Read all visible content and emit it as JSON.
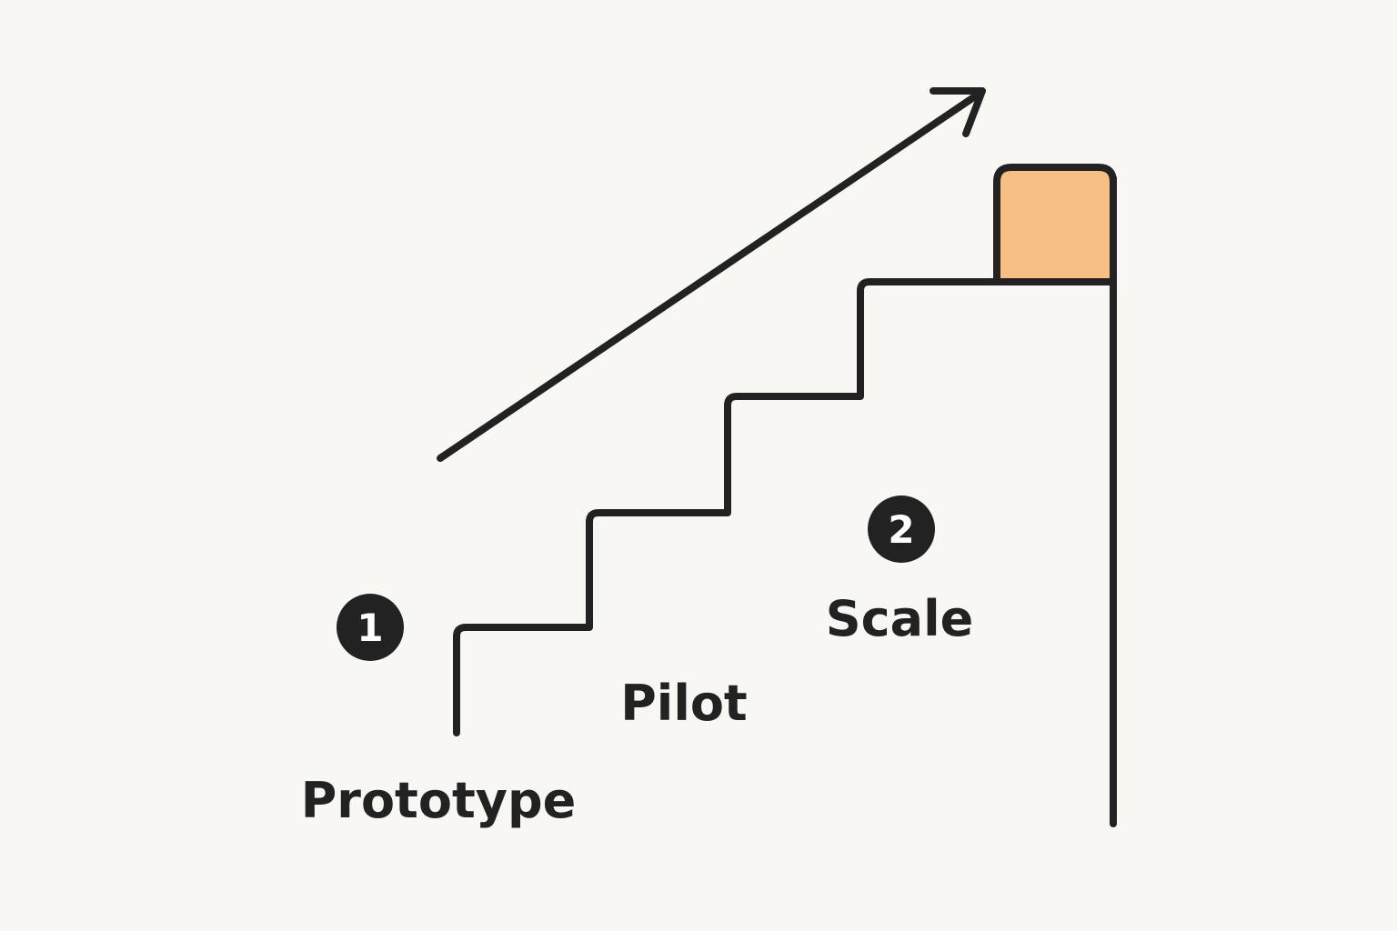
{
  "colors": {
    "background": "#f9f7f3",
    "stroke": "#222222",
    "accent": "#f7bf84",
    "badge_text": "#ffffff"
  },
  "steps": [
    {
      "label": "Prototype"
    },
    {
      "label": "Pilot"
    },
    {
      "label": "Scale"
    }
  ],
  "badges": [
    {
      "number": "1"
    },
    {
      "number": "2"
    }
  ],
  "icons": {
    "arrow": "arrow-up-right-icon",
    "goal": "goal-block-icon"
  }
}
